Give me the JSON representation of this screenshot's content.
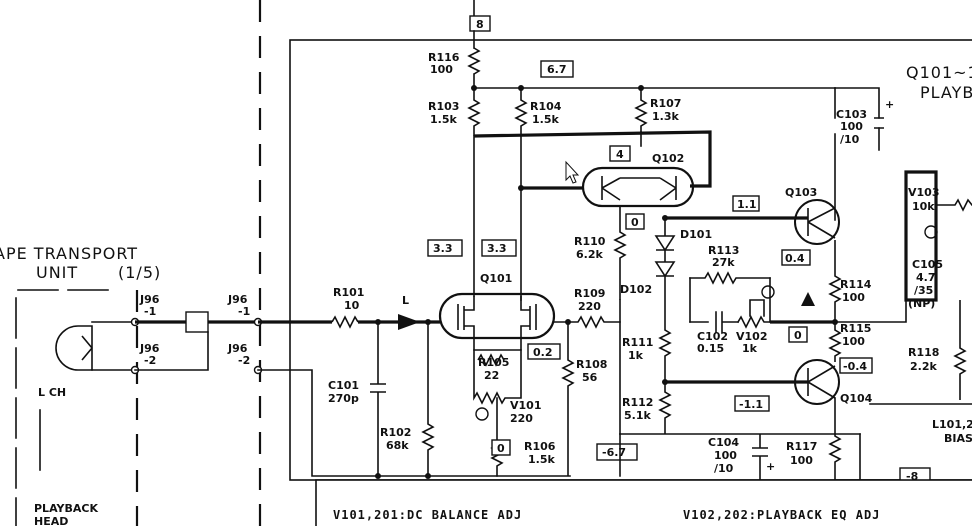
{
  "unit": {
    "title_line1": "APE TRANSPORT",
    "title_line2": "UNIT",
    "title_sheet": "(1/5)",
    "lch": "L CH",
    "playback_head_line1": "PLAYBACK",
    "playback_head_line2": "HEAD"
  },
  "section": {
    "title_line1": "Q101~1",
    "title_line2": "PLAYB"
  },
  "connectors": {
    "j96_1_left": "J96",
    "j96_1_left_pin": "-1",
    "j96_2_left": "J96",
    "j96_2_left_pin": "-2",
    "j96_1_right": "J96",
    "j96_1_right_pin": "-1",
    "j96_2_right": "J96",
    "j96_2_right_pin": "-2",
    "signal_l": "L"
  },
  "voltages": {
    "v8": "8",
    "v67": "6.7",
    "v4": "4",
    "v0a": "0",
    "v11": "1.1",
    "v04": "0.4",
    "v33a": "3.3",
    "v33b": "3.3",
    "v02": "0.2",
    "v0b": "0",
    "vm04": "-0.4",
    "vm11": "-1.1",
    "v0c": "0",
    "vm67": "-6.7",
    "vm8": "-8"
  },
  "components": {
    "r116_name": "R116",
    "r116_val": "100",
    "r103_name": "R103",
    "r103_val": "1.5k",
    "r104_name": "R104",
    "r104_val": "1.5k",
    "r107_name": "R107",
    "r107_val": "1.3k",
    "c103_name": "C103",
    "c103_val1": "100",
    "c103_val2": "/10",
    "q102": "Q102",
    "q103": "Q103",
    "d101": "D101",
    "d102": "D102",
    "r110_name": "R110",
    "r110_val": "6.2k",
    "r113_name": "R113",
    "r113_val": "27k",
    "v103_name": "V103",
    "v103_val": "10k",
    "c105_name": "C105",
    "c105_val1": "4.7",
    "c105_val2": "/35",
    "c105_val3": "(NP)",
    "r114_name": "R114",
    "r114_val": "100",
    "r101_name": "R101",
    "r101_val": "10",
    "q101": "Q101",
    "r109_name": "R109",
    "r109_val": "220",
    "c102_name": "C102",
    "c102_val": "0.15",
    "v102_name": "V102",
    "v102_val": "1k",
    "r115_name": "R115",
    "r115_val": "100",
    "r111_name": "R111",
    "r111_val": "1k",
    "r105_name": "R105",
    "r105_val": "22",
    "r108_name": "R108",
    "r108_val": "56",
    "q104": "Q104",
    "c101_name": "C101",
    "c101_val": "270p",
    "v101_name": "V101",
    "v101_val": "220",
    "r112_name": "R112",
    "r112_val": "5.1k",
    "r118_name": "R118",
    "r118_val": "2.2k",
    "r102_name": "R102",
    "r102_val": "68k",
    "r106_name": "R106",
    "r106_val": "1.5k",
    "c104_name": "C104",
    "c104_val1": "100",
    "c104_val2": "/10",
    "r117_name": "R117",
    "r117_val": "100",
    "l101_name": "L101,2",
    "bias": "BIAS"
  },
  "notes": {
    "dc_balance": "V101,201:DC BALANCE ADJ",
    "playback_eq": "V102,202:PLAYBACK EQ ADJ"
  }
}
